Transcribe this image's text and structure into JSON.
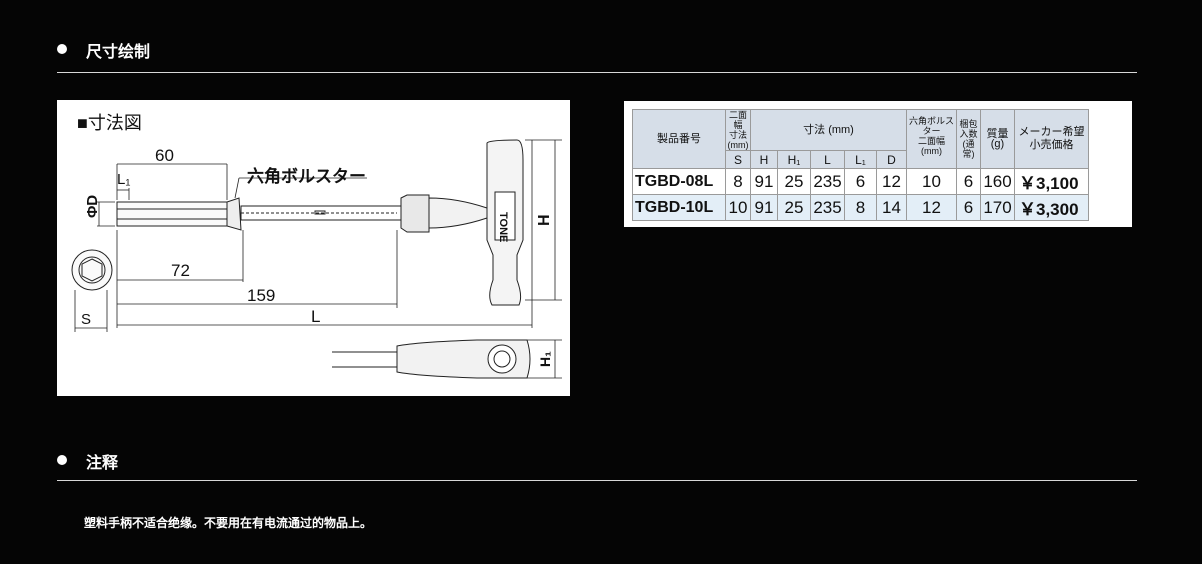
{
  "sections": [
    {
      "title": "尺寸绘制"
    },
    {
      "title": "注释"
    }
  ],
  "drawing": {
    "heading": "■寸法図",
    "callout": "六角ボルスター",
    "brand": "TONE",
    "dims": {
      "d60": "60",
      "l1": "L₁",
      "phid": "ΦD",
      "d72": "72",
      "d159": "159",
      "l": "L",
      "s": "S",
      "h": "H",
      "h1": "H₁"
    }
  },
  "spec_table": {
    "headers": {
      "model": "製品番号",
      "across_flats": "二面幅\n寸法\n(mm)",
      "dims": "寸法 (mm)",
      "bolster": "六角ボルスター\n二面幅\n(mm)",
      "pack": "梱包\n入数\n(通常)",
      "mass": "質量\n(g)",
      "price": "メーカー希望\n小売価格",
      "sub": [
        "S",
        "H",
        "H₁",
        "L",
        "L₁",
        "D"
      ]
    },
    "rows": [
      {
        "model": "TGBD-08L",
        "s": "8",
        "h": "91",
        "h1": "25",
        "l": "235",
        "l1": "6",
        "d": "12",
        "bolster": "10",
        "pack": "6",
        "mass": "160",
        "price": "￥3,100"
      },
      {
        "model": "TGBD-10L",
        "s": "10",
        "h": "91",
        "h1": "25",
        "l": "235",
        "l1": "8",
        "d": "14",
        "bolster": "12",
        "pack": "6",
        "mass": "170",
        "price": "￥3,300"
      }
    ]
  },
  "note": "塑料手柄不适合绝缘。不要用在有电流通过的物品上。",
  "colors": {
    "background": "#050505",
    "text": "#ffffff",
    "table_header": "#d6dee8",
    "table_alt_row": "#e3eef7"
  }
}
